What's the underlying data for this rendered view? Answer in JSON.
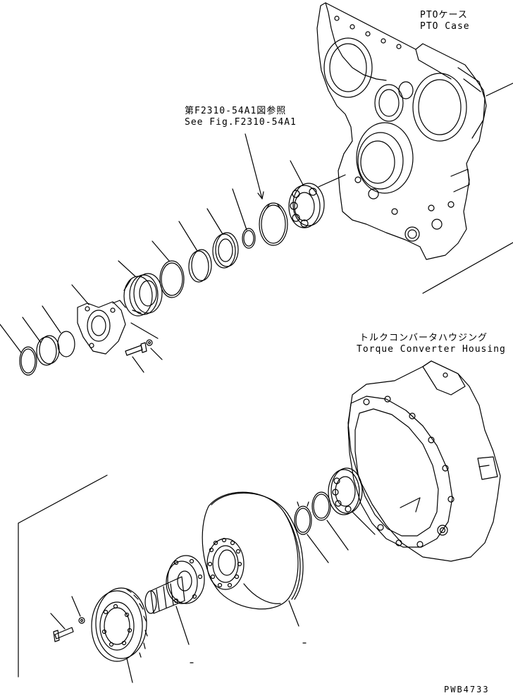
{
  "labels": {
    "pto_case_jp": "PTOケース",
    "pto_case_en": "PTO Case",
    "see_fig_jp": "第F2310-54A1図参照",
    "see_fig_en": "See Fig.F2310-54A1",
    "torque_converter_jp": "トルクコンバータハウジング",
    "torque_converter_en": "Torque Converter Housing",
    "drawing_code": "PWB4733"
  },
  "colors": {
    "line": "#000000",
    "background": "#ffffff"
  }
}
